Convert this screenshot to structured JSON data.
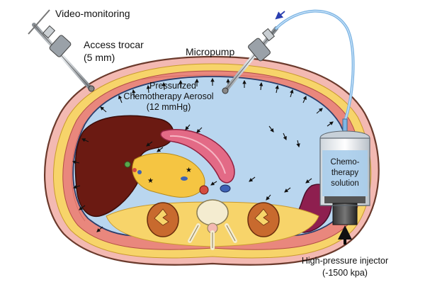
{
  "labels": {
    "video_monitoring": "Video-monitoring",
    "access_trocar_1": "Access trocar",
    "access_trocar_2": "(5 mm)",
    "micropump": "Micropump",
    "aerosol_1": "Pressurized",
    "aerosol_2": "Chemotherapy Aerosol",
    "aerosol_3": "(12 mmHg)",
    "solution_1": "Chemo-",
    "solution_2": "therapy",
    "solution_3": "solution",
    "injector_1": "High-pressure injector",
    "injector_2": "(-1500 kpa)"
  },
  "colors": {
    "aerosol_blue": "#b9d6ef",
    "skin_pink": "#f3b9b2",
    "fat_yellow": "#f7d46a",
    "muscle_red": "#d9706a",
    "liver_brown": "#6b1a12",
    "spleen_purple": "#8e1f4f",
    "tube_blue": "#7fb6e4"
  }
}
